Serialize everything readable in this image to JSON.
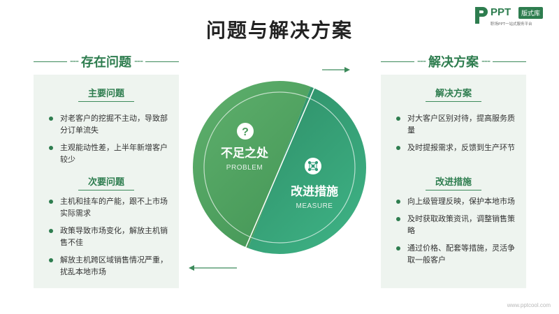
{
  "title": "问题与解决方案",
  "logo": {
    "brand": "PPT",
    "badge": "版式库",
    "tagline": "职场PPT一站式服务平台"
  },
  "left": {
    "heading": "存在问题",
    "groups": [
      {
        "title": "主要问题",
        "items": [
          "对老客户的挖掘不主动，导致部分订单流失",
          "主观能动性差，上半年新增客户较少"
        ]
      },
      {
        "title": "次要问题",
        "items": [
          "主机和挂车的产能，跟不上市场实际需求",
          "政策导致市场变化，解放主机销售不佳",
          "解放主机跨区域销售情况严重，扰乱本地市场"
        ]
      }
    ]
  },
  "right": {
    "heading": "解决方案",
    "groups": [
      {
        "title": "解决方案",
        "items": [
          "对大客户区别对待，提高服务质量",
          "及时提报需求，反馈到生产环节"
        ]
      },
      {
        "title": "改进措施",
        "items": [
          "向上级管理反映，保护本地市场",
          "及时获取政策资讯，调整销售策略",
          "通过价格、配套等措施，灵活争取一般客户"
        ]
      }
    ]
  },
  "center": {
    "problem_label": "不足之处",
    "problem_en": "PROBLEM",
    "measure_label": "改进措施",
    "measure_en": "MEASURE",
    "question_icon": "question-mark-icon",
    "network_icon": "network-icon"
  },
  "colors": {
    "primary": "#2e7d4f",
    "light_green": "#5fb06d",
    "teal": "#2f9a78",
    "panel_bg": "#eef4ef"
  },
  "watermark": "www.pptcool.com"
}
